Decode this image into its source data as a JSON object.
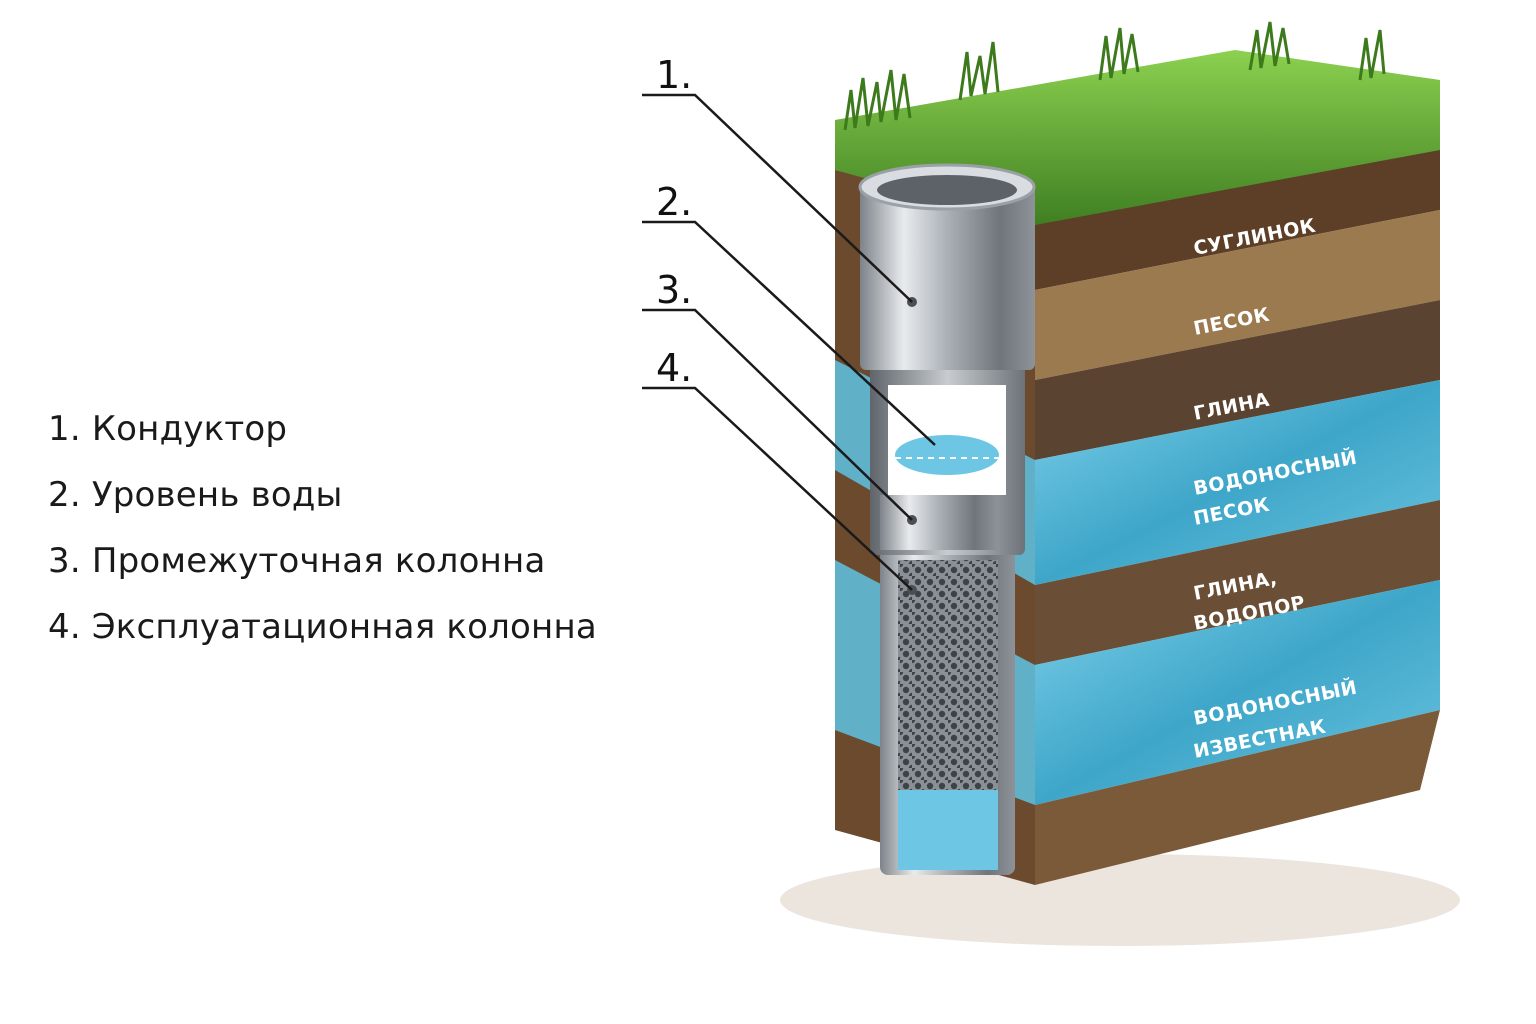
{
  "callouts": [
    "1.",
    "2.",
    "3.",
    "4."
  ],
  "legend": [
    "1. Кондуктор",
    "2. Уровень воды",
    "3. Промежуточная колонна",
    "4. Эксплуатационная колонна"
  ],
  "layers": [
    {
      "label": "СУГЛИНОК"
    },
    {
      "label": "ПЕСОК"
    },
    {
      "label": "ГЛИНА"
    },
    {
      "label_line1": "ВОДОНОСНЫЙ",
      "label_line2": "ПЕСОК"
    },
    {
      "label_line1": "ГЛИНА,",
      "label_line2": "ВОДОПОР"
    },
    {
      "label_line1": "ВОДОНОСНЫЙ",
      "label_line2": "ИЗВЕСТНАК"
    }
  ],
  "colors": {
    "grass": "#4e9a2c",
    "loam": "#6b4a2e",
    "sand": "#9c7a4f",
    "clay": "#5a4330",
    "water": "#4fb3d3",
    "steel": "#b9bec3"
  }
}
